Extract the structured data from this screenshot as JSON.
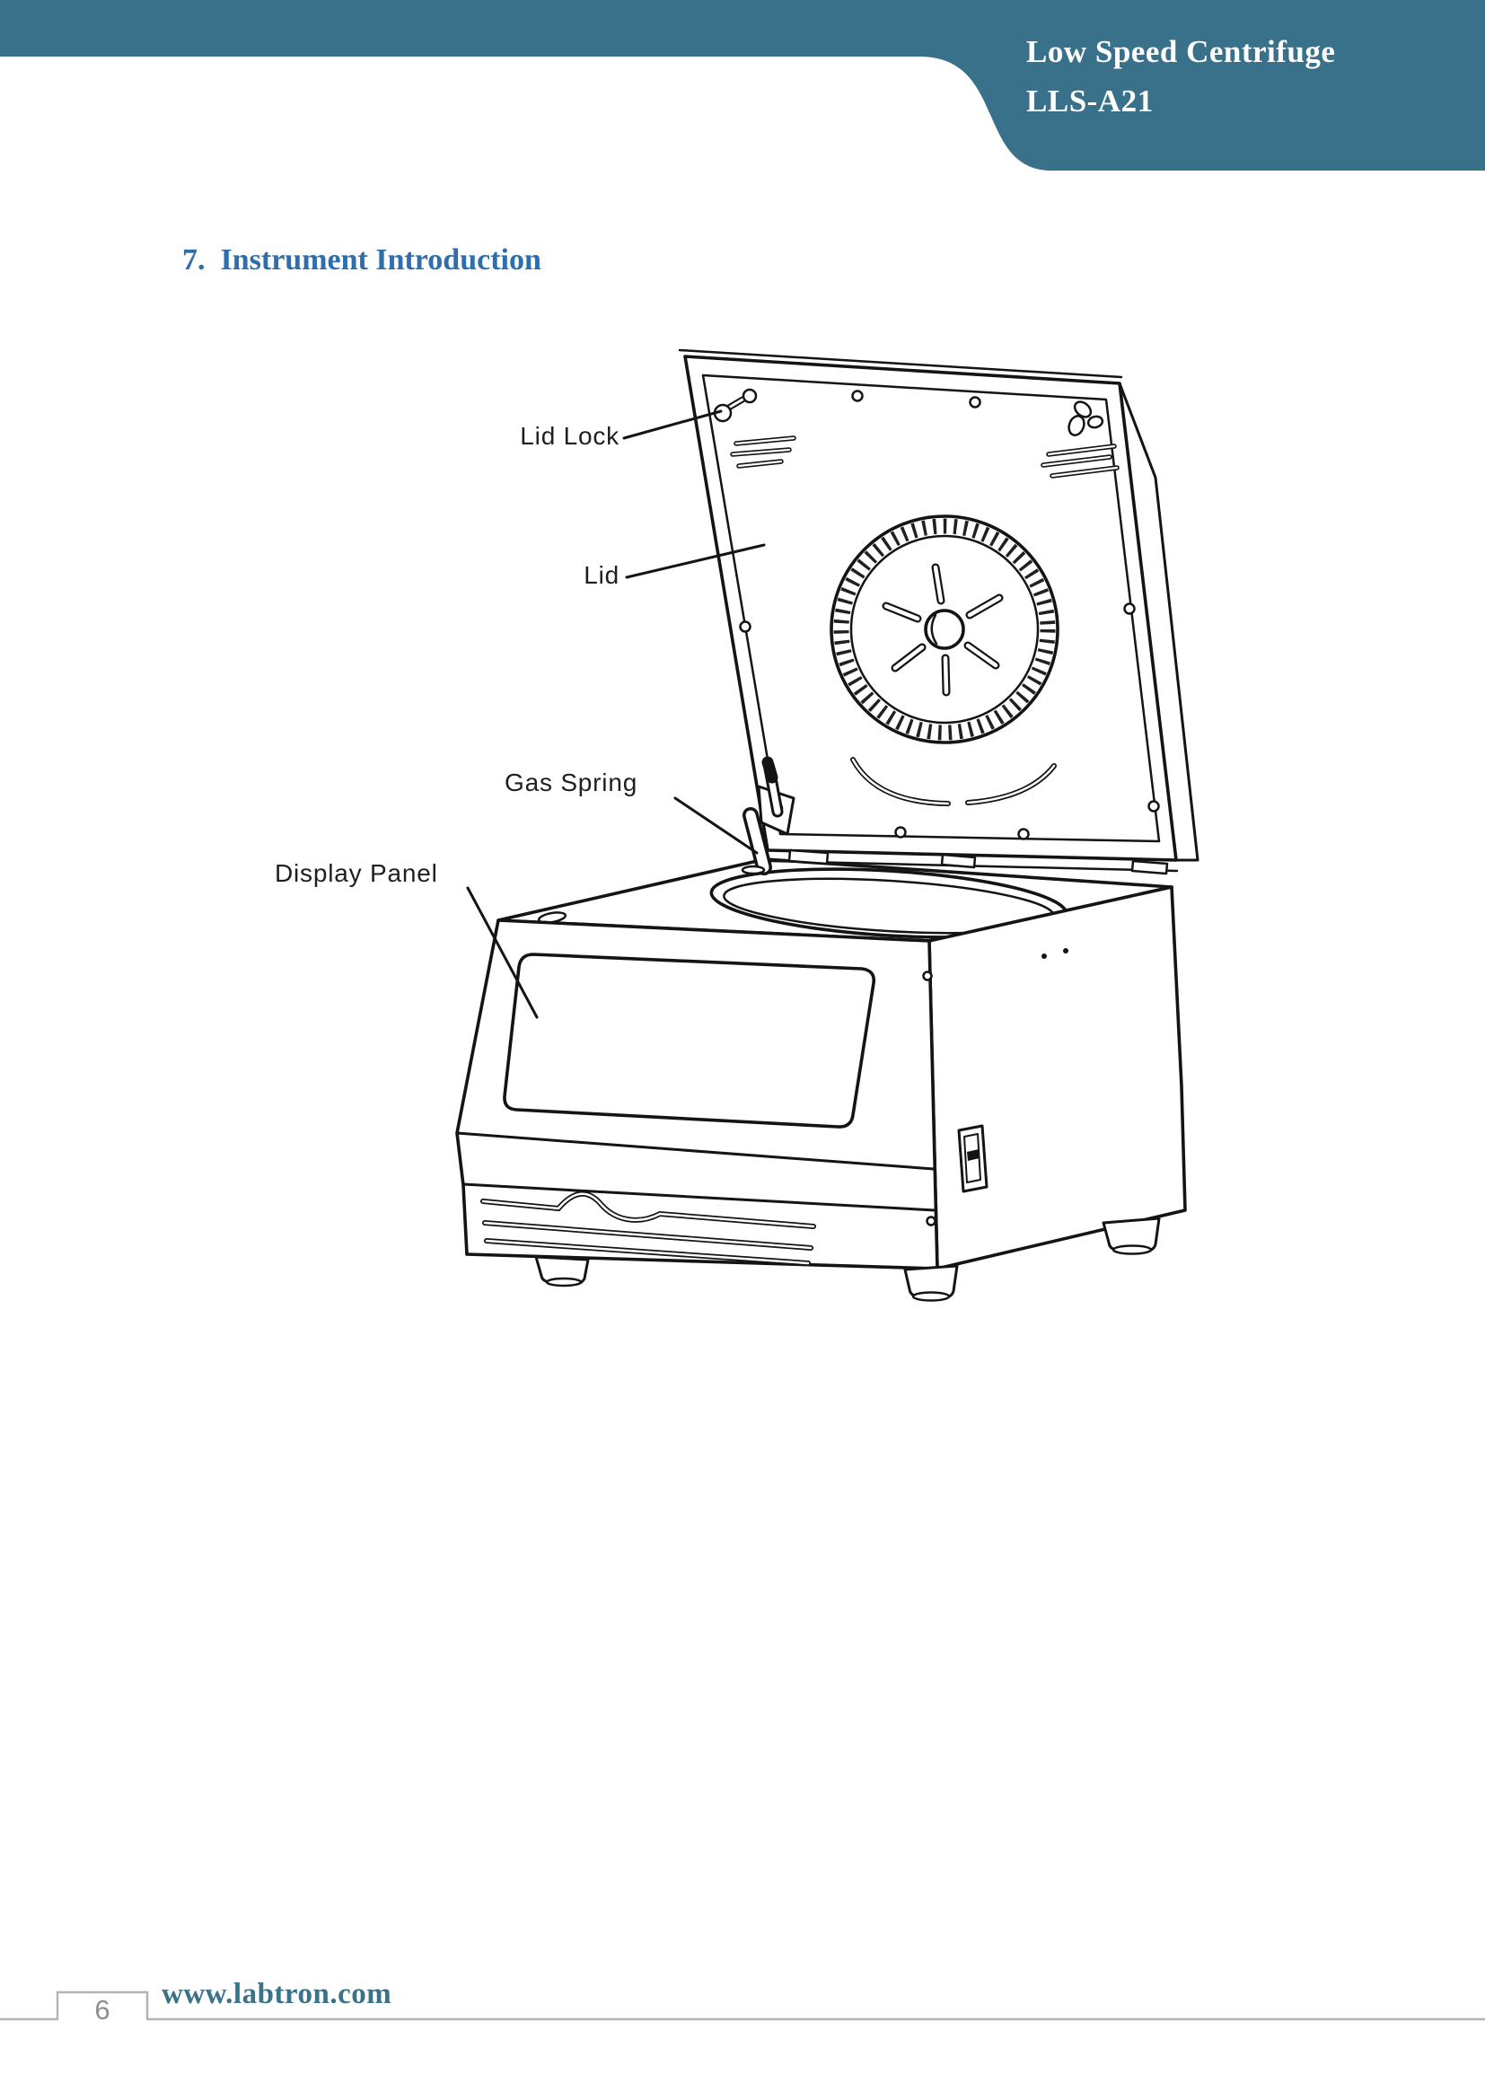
{
  "header": {
    "product_line1": "Low Speed Centrifuge",
    "product_line2": "LLS-A21"
  },
  "section": {
    "heading": "7.  Instrument Introduction"
  },
  "diagram": {
    "labels": {
      "lid_lock": "Lid Lock",
      "lid": "Lid",
      "gas_spring": "Gas Spring",
      "display_panel": "Display Panel"
    }
  },
  "footer": {
    "page_number": "6",
    "website": "www.labtron.com"
  },
  "colors": {
    "banner_teal": "#39718a",
    "heading_blue": "#2d6fae",
    "footer_teal": "#3a7389",
    "line_gray": "#b4b4b4",
    "page_number_gray": "#8f8f8f",
    "ink": "#141414"
  }
}
